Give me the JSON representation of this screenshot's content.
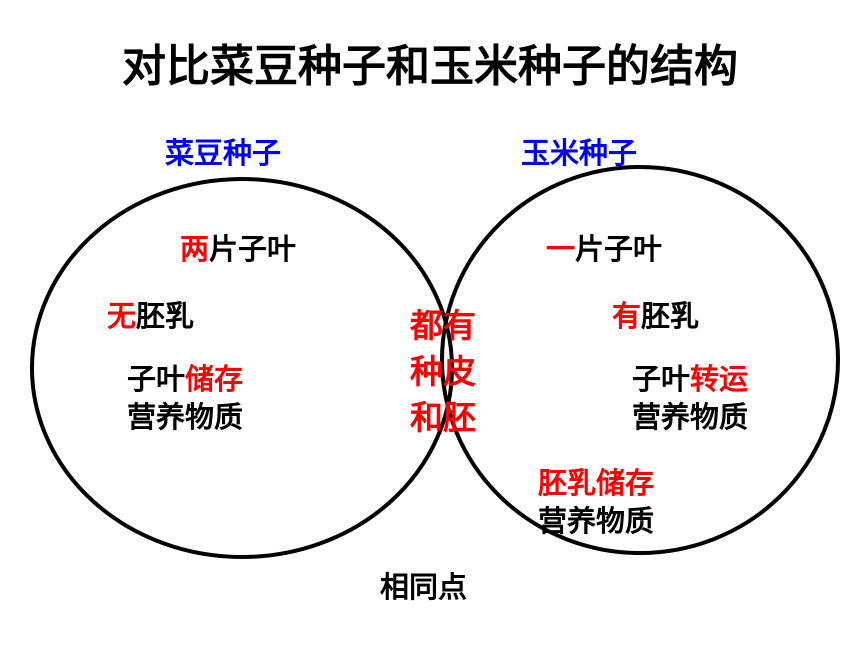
{
  "title": "对比菜豆种子和玉米种子的结构",
  "left_set": {
    "label": "菜豆种子",
    "items": [
      {
        "hl": "两",
        "rest": "片子叶"
      },
      {
        "hl": "无",
        "rest": "胚乳"
      },
      {
        "pre": "子叶",
        "hl": "储存",
        "line2": "营养物质"
      }
    ]
  },
  "right_set": {
    "label": "玉米种子",
    "items": [
      {
        "hl": "一",
        "rest": "片子叶"
      },
      {
        "hl": "有",
        "rest": "胚乳"
      },
      {
        "pre": "子叶",
        "hl": "转运",
        "line2": "营养物质"
      },
      {
        "hl": "胚乳储存",
        "line2": "营养物质"
      }
    ]
  },
  "overlap": {
    "lines": [
      "都有",
      "种皮",
      "和胚"
    ],
    "caption": "相同点"
  },
  "colors": {
    "highlight": "#ff0000",
    "set_label": "#0000ff",
    "text": "#000000"
  }
}
